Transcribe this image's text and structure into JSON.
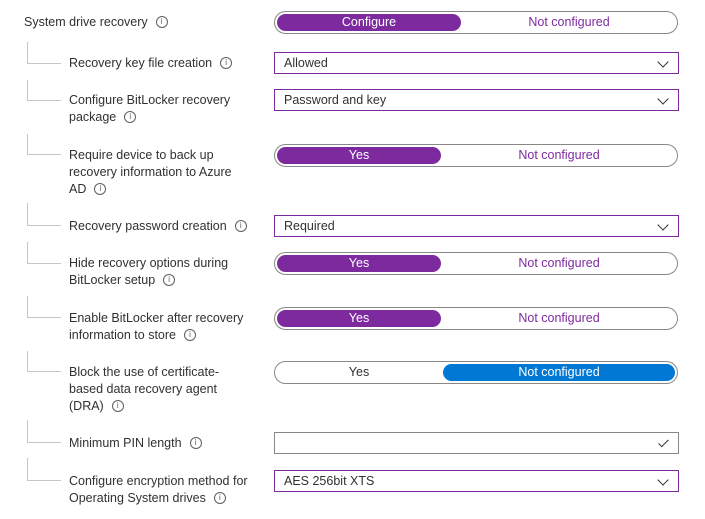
{
  "system_drive_recovery": {
    "label": "System drive recovery",
    "options": [
      "Configure",
      "Not configured"
    ],
    "selected": "Configure"
  },
  "settings": [
    {
      "label": "Recovery key file creation",
      "type": "dropdown",
      "value": "Allowed"
    },
    {
      "label_lines": [
        "Configure BitLocker recovery",
        "package"
      ],
      "type": "dropdown",
      "value": "Password and key"
    },
    {
      "label_lines": [
        "Require device to back up",
        "recovery information to Azure",
        "AD"
      ],
      "type": "toggle",
      "options": [
        "Yes",
        "Not configured"
      ],
      "selected": "Yes"
    },
    {
      "label": "Recovery password creation",
      "type": "dropdown",
      "value": "Required"
    },
    {
      "label_lines": [
        "Hide recovery options during",
        "BitLocker setup"
      ],
      "type": "toggle",
      "options": [
        "Yes",
        "Not configured"
      ],
      "selected": "Yes"
    },
    {
      "label_lines": [
        "Enable BitLocker after recovery",
        "information to store"
      ],
      "type": "toggle",
      "options": [
        "Yes",
        "Not configured"
      ],
      "selected": "Yes"
    },
    {
      "label_lines": [
        "Block the use of certificate-",
        "based data recovery agent",
        "(DRA)"
      ],
      "type": "toggle",
      "options": [
        "Yes",
        "Not configured"
      ],
      "selected": "Not configured"
    },
    {
      "label": "Minimum PIN length",
      "type": "text",
      "value": ""
    },
    {
      "label_lines": [
        "Configure encryption method for",
        "Operating System drives"
      ],
      "type": "dropdown",
      "value": "AES 256bit XTS"
    }
  ],
  "icons": {
    "info": "info-icon",
    "dropdown": "chevron-down-icon",
    "valid": "checkmark-icon"
  },
  "colors": {
    "selected_toggle": "#7e2a9f",
    "selected_toggle_alt": "#0078d4",
    "focus_border": "#7e2a9f"
  }
}
